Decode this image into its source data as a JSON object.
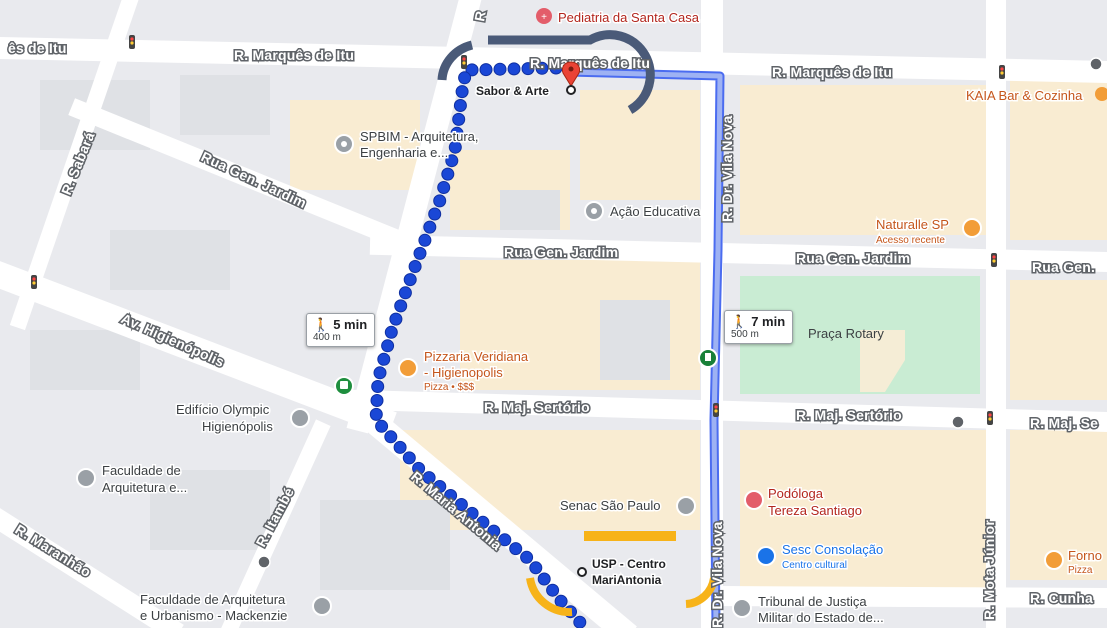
{
  "map": {
    "streets": {
      "marques_left": "R. Marquês de Itu",
      "marques_left_cut": "ês de Itu",
      "marques_top": "R. Marquês de Itu",
      "marques_right": "R. Marquês de Itu",
      "gen_jardim_diag": "Rua Gen. Jardim",
      "gen_jardim_mid": "Rua Gen. Jardim",
      "gen_jardim_right": "Rua Gen. Jardim",
      "gen_jardim_edge": "Rua Gen.",
      "sabara": "R. Sabará",
      "higienopolis": "Av. Higienópolis",
      "maj_sertorio_mid": "R. Maj. Sertório",
      "maj_sertorio_right": "R. Maj. Sertório",
      "maj_sertorio_edge": "R. Maj. Se",
      "maria_antonia": "R. Maria Antonia",
      "itambe": "R. Itambé",
      "maranhao": "R. Maranhão",
      "vila_nova_top": "R. Dr. Vila Nova",
      "vila_nova_bottom": "R. Dr. Vila Nova",
      "mota_junior": "R. Mota Júnior",
      "cunha_edge": "R. Cunha",
      "top_vertical": "R"
    },
    "places": {
      "pediatria": "Pediatria da Santa Casa",
      "destination": "Sabor & Arte",
      "kaia": "KAIA Bar & Cozinha",
      "spbim_1": "SPBIM - Arquitetura,",
      "spbim_2": "Engenharia e...",
      "acao": "Ação Educativa",
      "naturalle": "Naturalle SP",
      "naturalle_sub": "Acesso recente",
      "pizzaria_1": "Pizzaria Veridiana",
      "pizzaria_2": "- Higienopolis",
      "pizzaria_sub": "Pizza • $$$",
      "praca": "Praça Rotary",
      "olympic_1": "Edifício Olympic",
      "olympic_2": "Higienópolis",
      "fau_1": "Faculdade de",
      "fau_2": "Arquitetura e...",
      "senac": "Senac São Paulo",
      "podologa_1": "Podóloga",
      "podologa_2": "Tereza Santiago",
      "usp_1": "USP - Centro",
      "usp_2": "MariAntonia",
      "sesc": "Sesc Consolação",
      "sesc_sub": "Centro cultural",
      "fau_mack_1": "Faculdade de Arquitetura",
      "fau_mack_2": "e Urbanismo - Mackenzie",
      "tribunal_1": "Tribunal de Justiça",
      "tribunal_2": "Militar do Estado de...",
      "forno": "Forno",
      "forno_sub": "Pizza"
    },
    "routes": [
      {
        "mode": "walking",
        "duration": "5 min",
        "distance": "400 m",
        "style": "dotted",
        "color": "#1a47d6"
      },
      {
        "mode": "walking",
        "duration": "7 min",
        "distance": "500 m",
        "style": "solid",
        "color": "#8ea4ee"
      }
    ],
    "colors": {
      "road": "#ffffff",
      "block": "#e9eaee",
      "building": "#fbefd7",
      "park": "#c9ecd3",
      "main_route": "#1a47d6",
      "alt_route": "#8ea4ee",
      "destination_pin": "#ea4335",
      "annotation_dark": "#4a5a78",
      "annotation_orange": "#f7b319"
    },
    "icons": [
      "destination-pin-icon",
      "walking-icon",
      "transit-icon",
      "restaurant-icon",
      "place-icon",
      "hospital-icon",
      "school-icon",
      "shopping-icon",
      "bus-stop-icon",
      "traffic-light-icon"
    ]
  }
}
